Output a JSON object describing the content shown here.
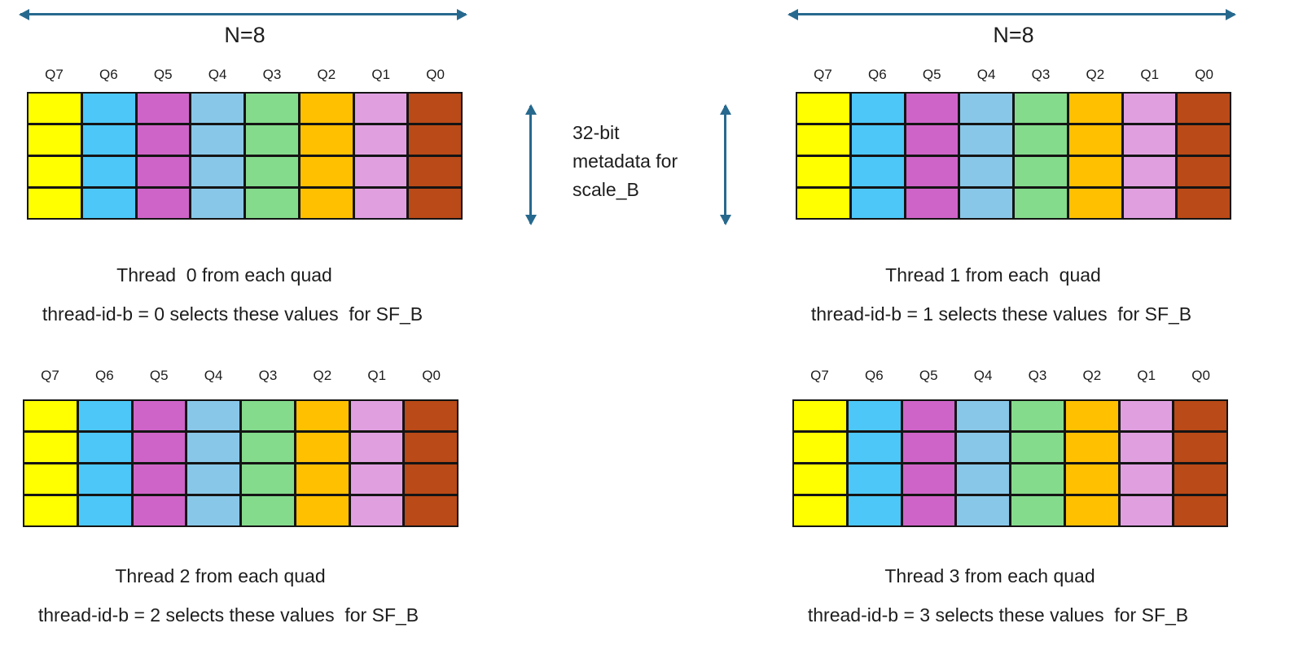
{
  "colors": {
    "arrow": "#27698E",
    "gridline": "#141414",
    "columns": [
      "#FFFF00",
      "#4CC7F8",
      "#CF64C8",
      "#89C7E8",
      "#84DB8C",
      "#FFC000",
      "#E0A0E0",
      "#BA4A17"
    ]
  },
  "grid": {
    "rows": 4,
    "cols": 8
  },
  "quad_labels": [
    "Q7",
    "Q6",
    "Q5",
    "Q4",
    "Q3",
    "Q2",
    "Q1",
    "Q0"
  ],
  "n_label": "N=8",
  "note": {
    "lines": [
      "32-bit",
      "metadata for",
      "scale_B"
    ]
  },
  "panels": [
    {
      "title": "Thread  0 from each quad",
      "subtitle": "thread-id-b = 0 selects these values  for SF_B"
    },
    {
      "title": "Thread 1 from each  quad",
      "subtitle": "thread-id-b = 1 selects these values  for SF_B"
    },
    {
      "title": "Thread 2 from each quad",
      "subtitle": "thread-id-b = 2 selects these values  for SF_B"
    },
    {
      "title": "Thread 3 from each quad",
      "subtitle": "thread-id-b = 3 selects these values  for SF_B"
    }
  ]
}
